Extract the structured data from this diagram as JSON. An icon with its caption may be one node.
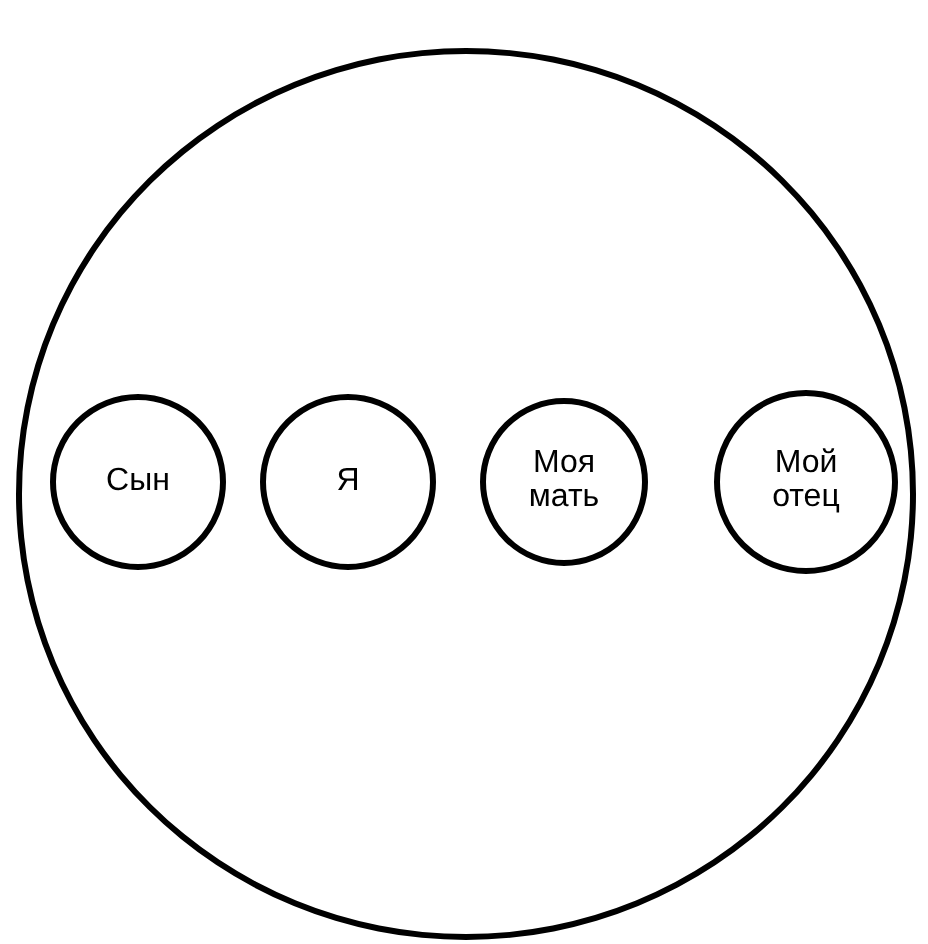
{
  "diagram": {
    "nodes": [
      {
        "text": [],
        "shape": "circle"
      },
      {
        "text": [
          "Сын"
        ],
        "in": 0
      },
      {
        "text": [
          "Я"
        ],
        "in": 0
      },
      {
        "text": [
          "Моя мать"
        ],
        "in": 0
      },
      {
        "text": [
          "Мой отец"
        ],
        "in": 0
      }
    ]
  }
}
